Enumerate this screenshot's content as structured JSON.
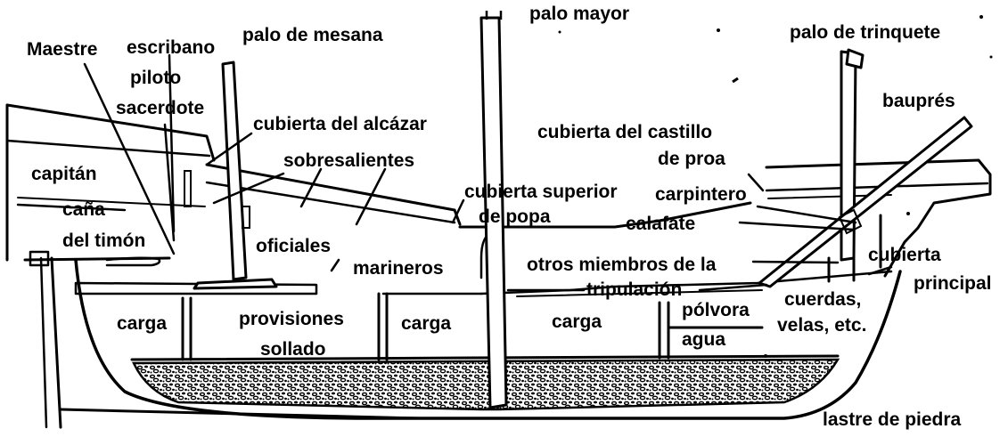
{
  "diagram": {
    "colors": {
      "ink": "#000000",
      "paper": "#ffffff"
    },
    "labels": {
      "maestre": "Maestre",
      "escribano": "escribano",
      "palo_mesana": "palo de mesana",
      "palo_mayor": "palo mayor",
      "palo_trinquete": "palo de trinquete",
      "piloto": "piloto",
      "sacerdote": "sacerdote",
      "cubierta_alcazar": "cubierta del alcázar",
      "baupres": "bauprés",
      "cubierta_castillo_1": "cubierta del castillo",
      "cubierta_castillo_2": "de proa",
      "capitan": "capitán",
      "sobresalientes": "sobresalientes",
      "cana": "caña",
      "del_timon": "del timón",
      "cubierta_popa_1": "cubierta superior",
      "cubierta_popa_2": "de popa",
      "carpintero": "carpintero",
      "calafate": "calafate",
      "oficiales": "oficiales",
      "marineros": "marineros",
      "otros_miembros": "otros miembros de la",
      "tripulacion": "tripulación",
      "cubierta_principal_1": "cubierta",
      "cubierta_principal_2": "principal",
      "carga_1": "carga",
      "provisiones": "provisiones",
      "sollado": "sollado",
      "carga_2": "carga",
      "carga_3": "carga",
      "polvora": "pólvora",
      "agua": "agua",
      "cuerdas": "cuerdas,",
      "velas": "velas, etc.",
      "lastre": "lastre de piedra"
    }
  }
}
